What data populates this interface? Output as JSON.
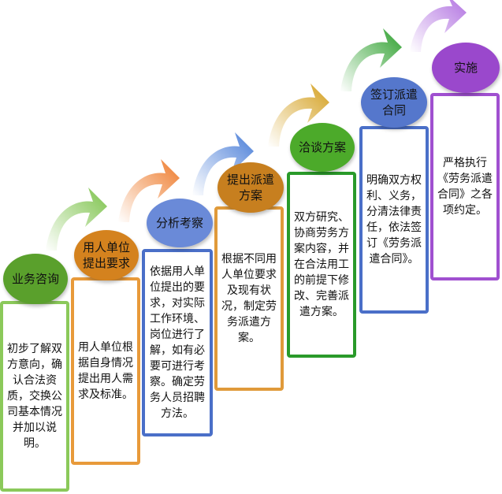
{
  "steps": [
    {
      "title": "业务咨询",
      "desc": "初步了解双方意向，确认合法资质，交换公司基本情况并加以说明。",
      "color": "#8bc95a",
      "pill": "#5aa02c"
    },
    {
      "title": "用人单位提出要求",
      "desc": "用人单位根据自身情况提出用人需求及标准。",
      "color": "#e89a3a",
      "pill": "#d4821e"
    },
    {
      "title": "分析考察",
      "desc": "依据用人单位提出的要求，对实际工作环境、岗位进行了解，如有必要可进行考察。确定劳务人员招聘方法。",
      "color": "#4a6fc8",
      "pill": "#6a8ad8"
    },
    {
      "title": "提出派遣方案",
      "desc": "根据不同用人单位要求及现有状况，制定劳务派遣方案。",
      "color": "#e09a3a",
      "pill": "#c77f1f"
    },
    {
      "title": "洽谈方案",
      "desc": "双方研究、协商劳务方案内容，并在合法用工的前提下修改、完善派遣方案。",
      "color": "#2a9a2a",
      "pill": "#4caa2a"
    },
    {
      "title": "签订派遣合同",
      "desc": "明确双方权利、义务，分清法律责任，依法签订《劳务派遣合同》。",
      "color": "#4a6fc8",
      "pill": "#5577cc"
    },
    {
      "title": "实施",
      "desc": "严格执行《劳务派遣合同》之各项约定。",
      "color": "#a050d0",
      "pill": "#9a48cc"
    }
  ]
}
